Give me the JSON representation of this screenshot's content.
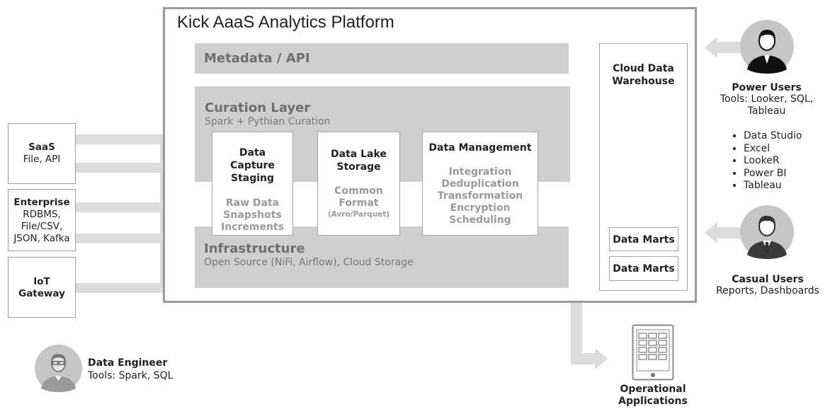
{
  "platform": {
    "title": "Kick AaaS Analytics Platform"
  },
  "metadata": {
    "title": "Metadata / API"
  },
  "curation": {
    "title": "Curation Layer",
    "subtitle": "Spark + Pythian Curation"
  },
  "infrastructure": {
    "title": "Infrastructure",
    "subtitle": "Open Source (NiFi, Airflow), Cloud Storage"
  },
  "stages": [
    {
      "title": "Data Capture Staging",
      "body": [
        "Raw Data",
        "Snapshots",
        "Increments"
      ]
    },
    {
      "title": "Data Lake Storage",
      "body": [
        "Common",
        "Format"
      ],
      "note": "(Avro/Parquet)"
    },
    {
      "title": "Data Management",
      "body": [
        "Integration",
        "Deduplication",
        "Transformation",
        "Encryption",
        "Scheduling"
      ]
    }
  ],
  "warehouse": {
    "title": "Cloud Data Warehouse",
    "marts": [
      "Data Marts",
      "Data Marts"
    ]
  },
  "sources": [
    {
      "title": "SaaS",
      "lines": [
        "File, API"
      ]
    },
    {
      "title": "Enterprise",
      "lines": [
        "RDBMS,",
        "File/CSV,",
        "JSON, Kafka"
      ]
    },
    {
      "title": "IoT",
      "lines": [
        "Gateway"
      ]
    }
  ],
  "power_users": {
    "title": "Power Users",
    "tools": "Tools: Looker, SQL, Tableau",
    "list": [
      "Data Studio",
      "Excel",
      "LookeR",
      "Power BI",
      "Tableau"
    ]
  },
  "casual_users": {
    "title": "Casual Users",
    "desc": "Reports, Dashboards"
  },
  "data_engineer": {
    "title": "Data Engineer",
    "tools": "Tools: Spark, SQL"
  },
  "operational": {
    "title": "Operational Applications"
  },
  "colors": {
    "arrow": "#dcdcdc",
    "band": "#cfcfcf",
    "border": "#9a9a9a",
    "person_bg": "#c6c6c6"
  }
}
